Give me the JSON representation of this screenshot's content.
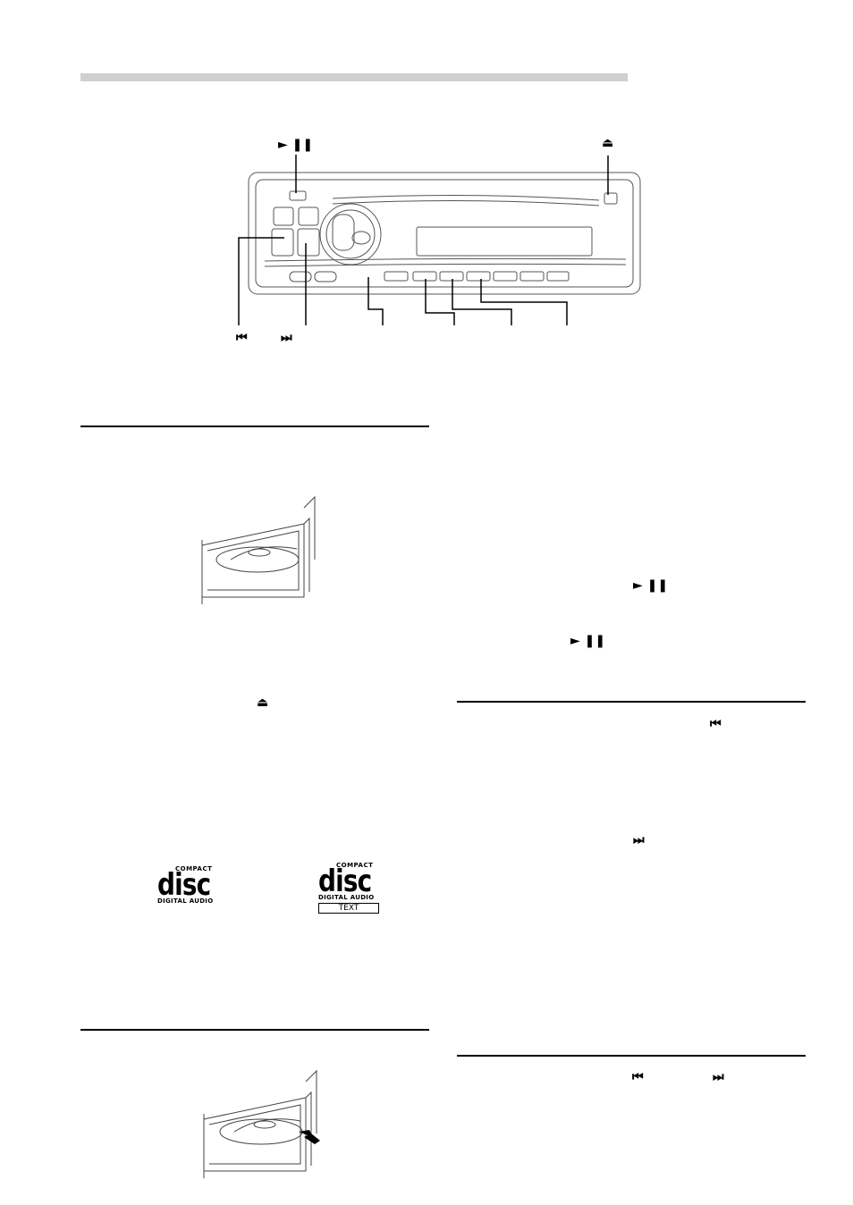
{
  "symbols": {
    "play_pause": "► ❚❚",
    "eject": "⏏",
    "prev": "⏮",
    "next": "⏭"
  },
  "logos": [
    {
      "top": "COMPACT",
      "big": "disc",
      "bottom": "DIGITAL AUDIO",
      "text_box": ""
    },
    {
      "top": "COMPACT",
      "big": "disc",
      "bottom": "DIGITAL AUDIO",
      "text_box": "TEXT"
    }
  ]
}
